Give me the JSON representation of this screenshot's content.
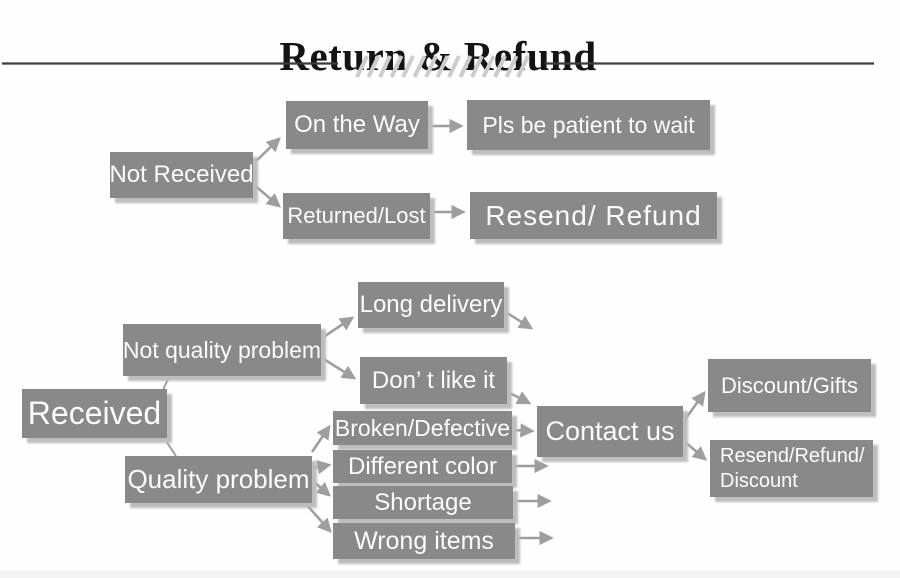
{
  "title": "Return & Refund",
  "colors": {
    "node_bg": "#898989",
    "node_text": "#fbfbfb",
    "arrow": "#9e9e9e",
    "divider_line": "#3c3c3c",
    "hatch": "#cccccc",
    "shadow": "#bdbdbd",
    "title_text": "#141414"
  },
  "nodes": {
    "not_received": {
      "label": "Not Received"
    },
    "on_the_way": {
      "label": "On the Way"
    },
    "pls_be_patient": {
      "label": "Pls be patient to wait"
    },
    "returned_lost": {
      "label": "Returned/Lost"
    },
    "resend_refund": {
      "label": "Resend/ Refund"
    },
    "received": {
      "label": "Received"
    },
    "not_quality_problem": {
      "label": "Not quality problem"
    },
    "long_delivery": {
      "label": "Long delivery"
    },
    "dont_like_it": {
      "label": "Don’ t like it"
    },
    "quality_problem": {
      "label": "Quality problem"
    },
    "broken_defective": {
      "label": "Broken/Defective"
    },
    "different_color": {
      "label": "Different color"
    },
    "shortage": {
      "label": "Shortage"
    },
    "wrong_items": {
      "label": "Wrong items"
    },
    "contact_us": {
      "label": "Contact us"
    },
    "discount_gifts": {
      "label": "Discount/Gifts"
    },
    "resend_refund_discount": {
      "line1": "Resend/Refund/",
      "line2": "Discount"
    }
  },
  "edges": [
    {
      "from": "Not Received",
      "to": "On the Way"
    },
    {
      "from": "Not Received",
      "to": "Returned/Lost"
    },
    {
      "from": "On the Way",
      "to": "Pls be patient to wait"
    },
    {
      "from": "Returned/Lost",
      "to": "Resend/ Refund"
    },
    {
      "from": "Received",
      "to": "Not quality problem"
    },
    {
      "from": "Received",
      "to": "Quality problem"
    },
    {
      "from": "Not quality problem",
      "to": "Long delivery"
    },
    {
      "from": "Not quality problem",
      "to": "Don’ t like it"
    },
    {
      "from": "Long delivery",
      "to": ""
    },
    {
      "from": "Don’ t like it",
      "to": "Contact us"
    },
    {
      "from": "Quality problem",
      "to": "Broken/Defective"
    },
    {
      "from": "Quality problem",
      "to": "Different color"
    },
    {
      "from": "Quality problem",
      "to": "Shortage"
    },
    {
      "from": "Quality problem",
      "to": "Wrong items"
    },
    {
      "from": "Broken/Defective",
      "to": "Contact us"
    },
    {
      "from": "Different color",
      "to": "Contact us"
    },
    {
      "from": "Shortage",
      "to": "Contact us"
    },
    {
      "from": "Wrong items",
      "to": "Contact us"
    },
    {
      "from": "Contact us",
      "to": "Discount/Gifts"
    },
    {
      "from": "Contact us",
      "to": "Resend/Refund/ Discount"
    }
  ]
}
